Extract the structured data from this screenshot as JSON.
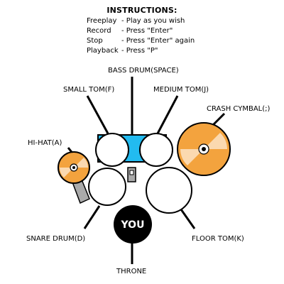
{
  "instructions": {
    "title": "INSTRUCTIONS:",
    "rows": [
      {
        "key": "Freeplay",
        "desc": "- Play as you wish"
      },
      {
        "key": "Record",
        "desc": "- Press \"Enter\""
      },
      {
        "key": "Stop",
        "desc": "- Press \"Enter\" again"
      },
      {
        "key": "Playback",
        "desc": "- Press \"P\""
      }
    ]
  },
  "labels": {
    "bass_drum": "BASS DRUM(SPACE)",
    "small_tom": "SMALL TOM(F)",
    "medium_tom": "MEDIUM TOM(J)",
    "crash_cymbal": "CRASH CYMBAL(;)",
    "hi_hat": "HI-HAT(A)",
    "snare_drum": "SNARE DRUM(D)",
    "floor_tom": "FLOOR TOM(K)",
    "throne": "THRONE",
    "you": "YOU"
  },
  "colors": {
    "bass_drum_fill": "#22bbf0",
    "cymbal_orange": "#f3a33e",
    "cymbal_highlight": "#fbe3c4",
    "pedal_gray": "#aaaaaa",
    "drum_fill": "#ffffff",
    "throne_fill": "#000000",
    "you_text": "#ffffff"
  }
}
